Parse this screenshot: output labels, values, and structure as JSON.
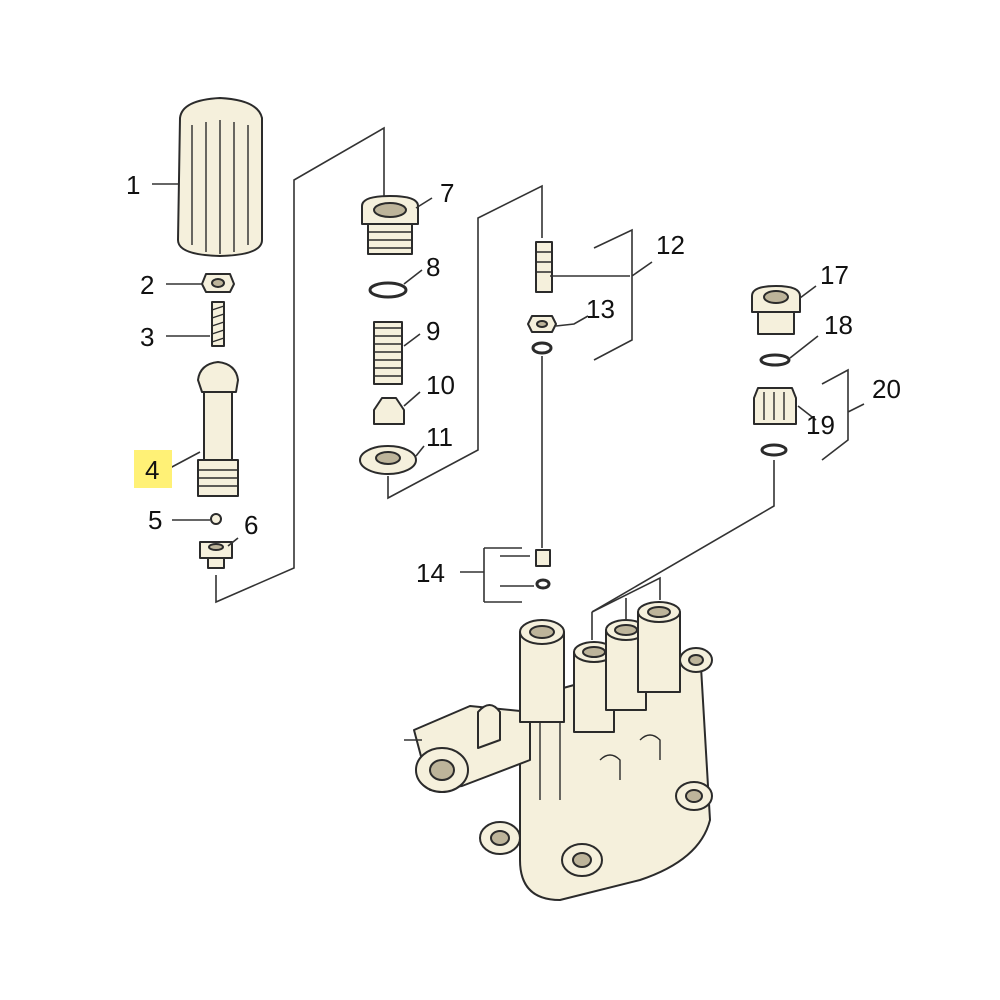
{
  "callouts": [
    {
      "id": "1",
      "label": "1"
    },
    {
      "id": "2",
      "label": "2"
    },
    {
      "id": "3",
      "label": "3"
    },
    {
      "id": "4",
      "label": "4",
      "highlighted": true
    },
    {
      "id": "5",
      "label": "5"
    },
    {
      "id": "6",
      "label": "6"
    },
    {
      "id": "7",
      "label": "7"
    },
    {
      "id": "8",
      "label": "8"
    },
    {
      "id": "9",
      "label": "9"
    },
    {
      "id": "10",
      "label": "10"
    },
    {
      "id": "11",
      "label": "11"
    },
    {
      "id": "12",
      "label": "12"
    },
    {
      "id": "13",
      "label": "13"
    },
    {
      "id": "14",
      "label": "14"
    },
    {
      "id": "17",
      "label": "17"
    },
    {
      "id": "18",
      "label": "18"
    },
    {
      "id": "19",
      "label": "19"
    },
    {
      "id": "20",
      "label": "20"
    }
  ],
  "colors": {
    "highlight": "#fff176",
    "part_fill": "#f5f0dc",
    "outline": "#2b2b2b"
  }
}
